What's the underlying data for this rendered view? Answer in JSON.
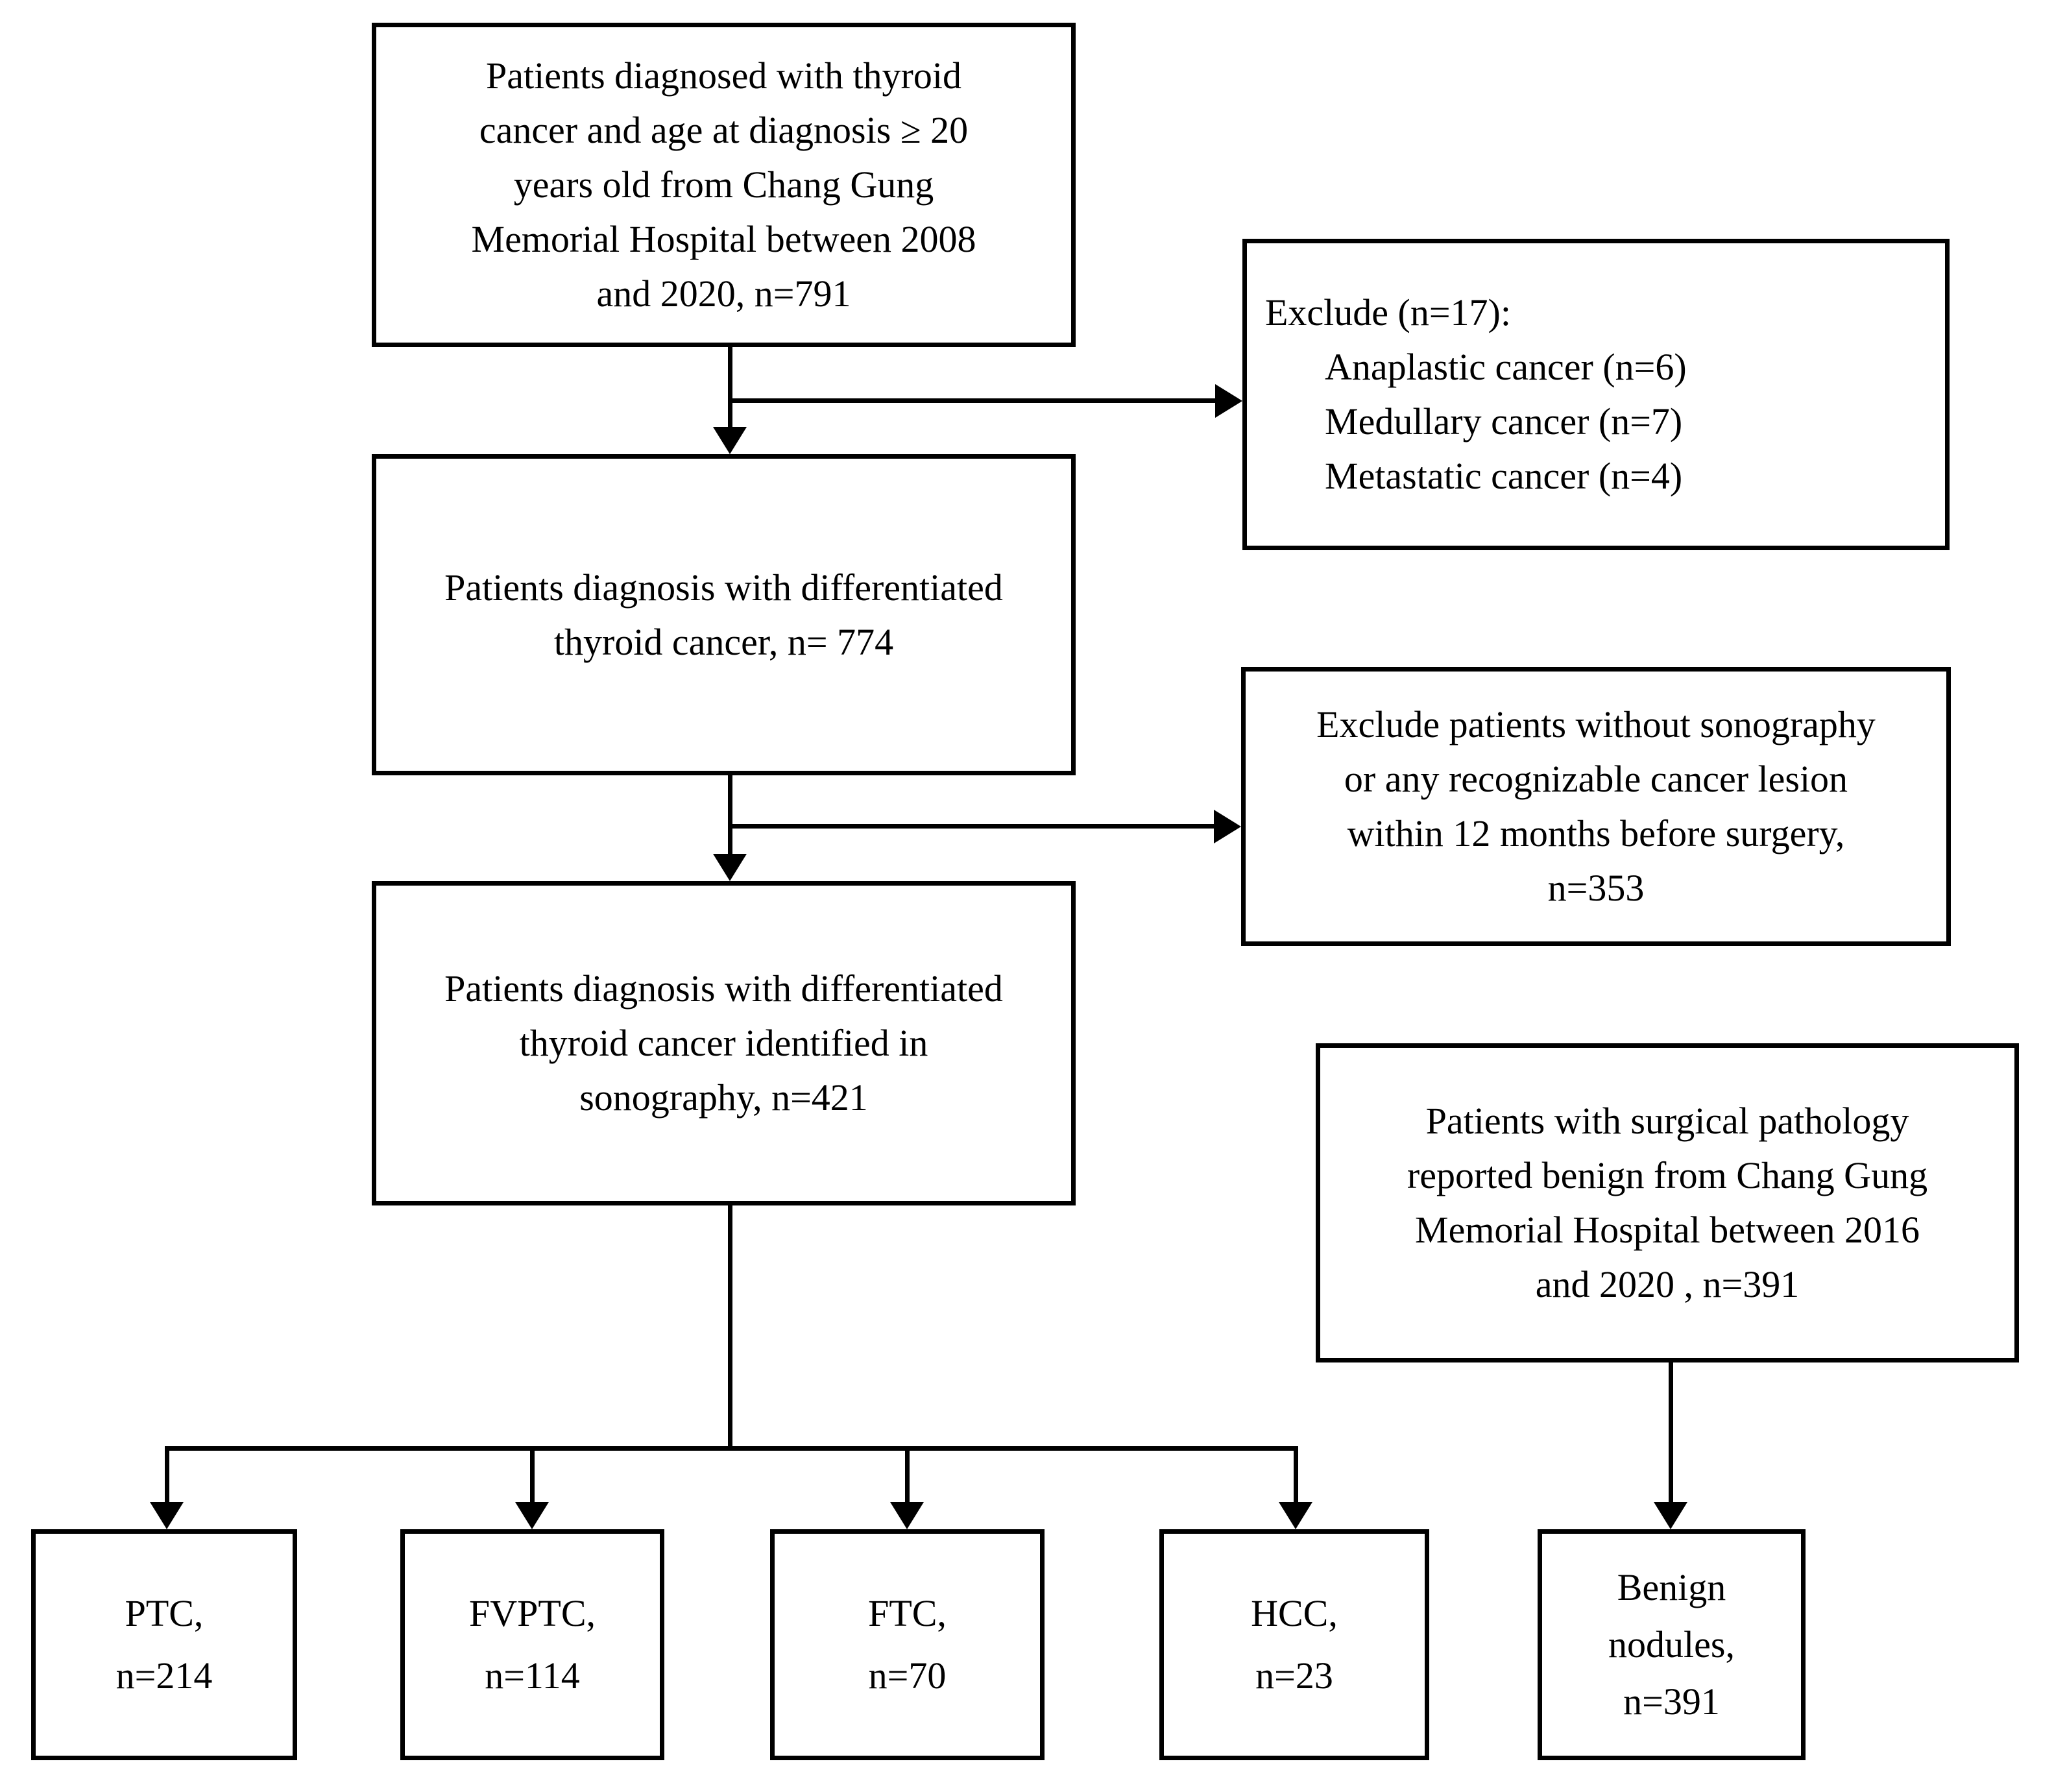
{
  "diagram": {
    "nodes": {
      "source_population": {
        "text": "Patients diagnosed with thyroid\ncancer and age at diagnosis ≥ 20\nyears old from Chang Gung\nMemorial Hospital between 2008\nand 2020, n=791",
        "n": "791"
      },
      "excluded_cancers": {
        "title": "Exclude (n=17):",
        "items": [
          "Anaplastic cancer (n=6)",
          "Medullary cancer (n=7)",
          "Metastatic cancer (n=4)"
        ],
        "n": "17"
      },
      "dtc": {
        "text": "Patients diagnosis with differentiated\nthyroid cancer, n= 774",
        "n": "774"
      },
      "excluded_no_sonography": {
        "text": "Exclude patients without sonography\nor any recognizable cancer lesion\nwithin 12 months before surgery,\nn=353",
        "n": "353"
      },
      "dtc_sonography": {
        "text": "Patients diagnosis with differentiated\nthyroid cancer identified in\nsonography, n=421",
        "n": "421"
      },
      "benign_source": {
        "text": "Patients with surgical pathology\nreported benign from Chang Gung\nMemorial Hospital between 2016\nand 2020 , n=391",
        "n": "391"
      },
      "ptc": {
        "text": "PTC,\nn=214",
        "n": "214"
      },
      "fvptc": {
        "text": "FVPTC,\nn=114",
        "n": "114"
      },
      "ftc": {
        "text": "FTC,\nn=70",
        "n": "70"
      },
      "hcc": {
        "text": "HCC,\nn=23",
        "n": "23"
      },
      "benign_nodules": {
        "text": "Benign\nnodules,\nn=391",
        "n": "391"
      }
    },
    "colors": {
      "line": "#000000",
      "background": "#ffffff",
      "text": "#000000"
    }
  }
}
